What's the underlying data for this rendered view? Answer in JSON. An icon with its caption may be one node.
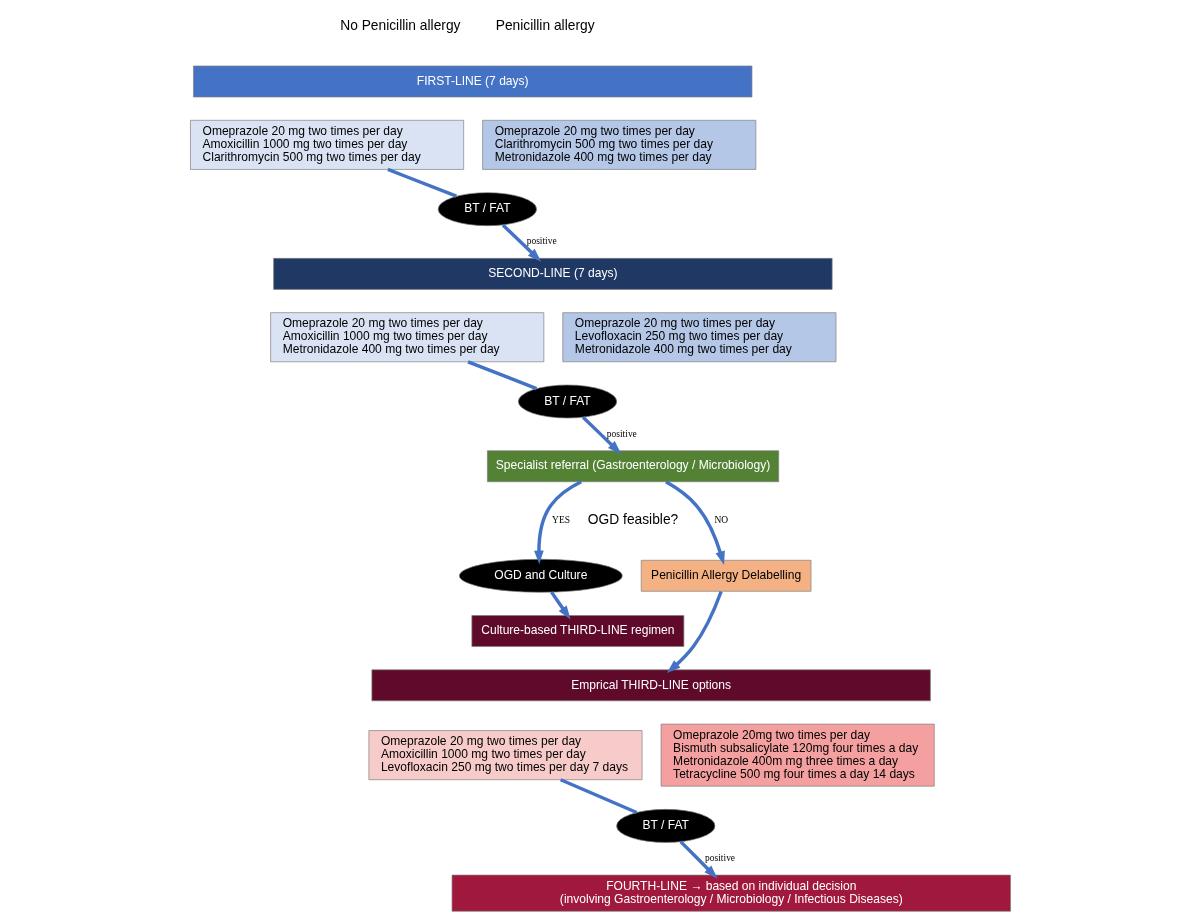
{
  "diagram": {
    "nodes": [
      {
        "text": [
          "FIRST-LINE (7 days)"
        ]
      },
      {
        "text": [
          "Omeprazole 20 mg two times per day",
          "Amoxicillin 1000 mg two times per day",
          "Clarithromycin 500 mg two times per day"
        ]
      },
      {
        "text": [
          "Omeprazole 20 mg two times per day",
          "Clarithromycin 500 mg two times per day",
          "Metronidazole 400 mg two times per day"
        ]
      },
      {
        "text": [
          "BT / FAT"
        ]
      },
      {
        "text": [
          "SECOND-LINE (7 days)"
        ]
      },
      {
        "text": [
          "Omeprazole 20 mg two times per day",
          "Amoxicillin 1000 mg two times per day",
          "Metronidazole 400 mg two times per day"
        ]
      },
      {
        "text": [
          "Omeprazole 20 mg two times per day",
          "Levofloxacin 250 mg two times per day",
          "Metronidazole 400 mg two times per day"
        ]
      },
      {
        "text": [
          "BT / FAT"
        ]
      },
      {
        "text": [
          "Specialist referral (Gastroenterology / Microbiology)"
        ]
      },
      {
        "text": [
          "OGD and Culture"
        ]
      },
      {
        "text": [
          "Penicillin Allergy Delabelling"
        ]
      },
      {
        "text": [
          "Culture-based THIRD-LINE regimen"
        ]
      },
      {
        "text": [
          "Emprical THIRD-LINE options"
        ]
      },
      {
        "text": [
          "Omeprazole 20 mg two times per day",
          "Amoxicillin 1000 mg two times per day",
          "Levofloxacin 250 mg two times per day 7 days"
        ]
      },
      {
        "text": [
          "Omeprazole 20mg two times per day",
          "Bismuth subsalicylate 120mg four times a day",
          "Metronidazole 400m mg three times a day",
          "Tetracycline 500 mg four times a day 14 days"
        ]
      },
      {
        "text": [
          "BT / FAT"
        ]
      },
      {
        "text": [
          "FOURTH-LINE → based on individual decision",
          "(involving Gastroenterology / Microbiology / Infectious Diseases)"
        ]
      }
    ],
    "edges": [
      {
        "from": 1,
        "to": 3,
        "arrow": "none"
      },
      {
        "from": 3,
        "to": 4,
        "arrow": "to",
        "label": "positive"
      },
      {
        "from": 5,
        "to": 7,
        "arrow": "none"
      },
      {
        "from": 7,
        "to": 8,
        "arrow": "to",
        "label": "positive"
      },
      {
        "from": 8,
        "to": 9,
        "arrow": "to",
        "label": "YES"
      },
      {
        "from": 8,
        "to": 10,
        "arrow": "to",
        "label": "NO"
      },
      {
        "from": 9,
        "to": 11,
        "arrow": "to"
      },
      {
        "from": 10,
        "to": 12,
        "arrow": "to"
      },
      {
        "from": 13,
        "to": 15,
        "arrow": "none"
      },
      {
        "from": 15,
        "to": 16,
        "arrow": "to",
        "label": "positive"
      }
    ],
    "labels": [
      "No Penicillin allergy",
      "Penicillin allergy",
      "OGD feasible?"
    ]
  }
}
